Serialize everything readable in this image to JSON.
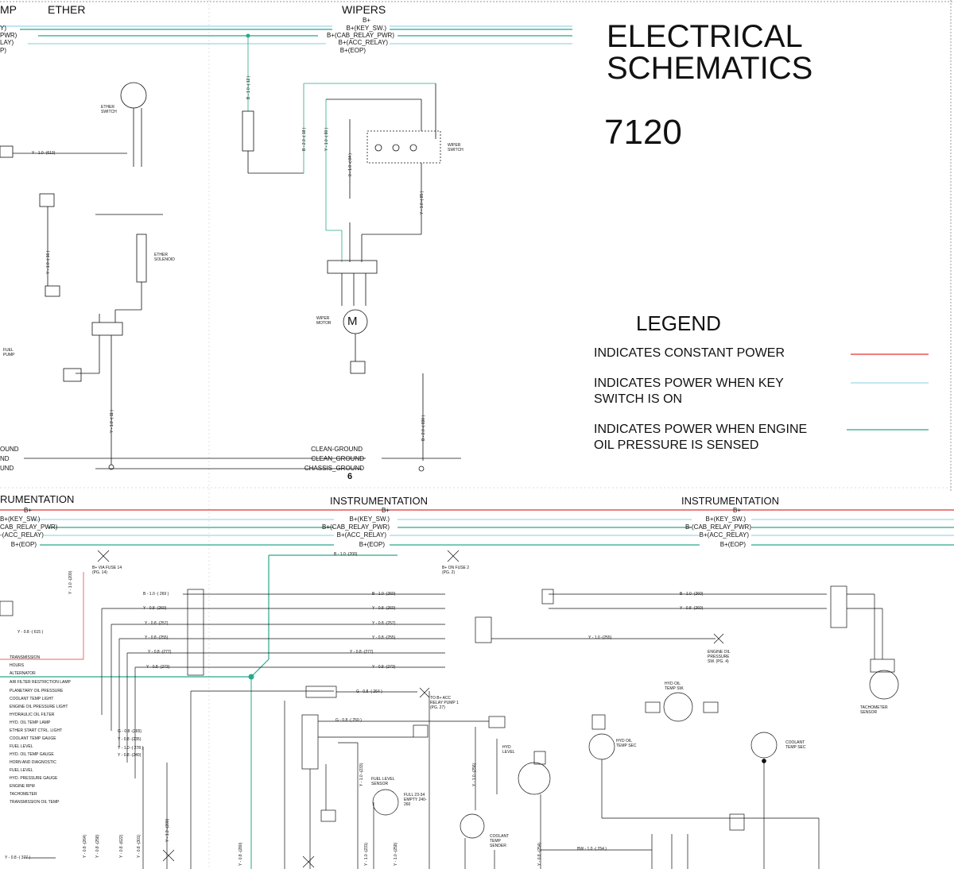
{
  "title": {
    "line1": "ELECTRICAL",
    "line2": "SCHEMATICS",
    "model": "7120"
  },
  "top_sections": {
    "left_clipped": "MP",
    "ether": "ETHER",
    "wipers": "WIPERS"
  },
  "top_bus_labels": [
    "B+",
    "B+(KEY_SW.)",
    "B+(CAB_RELAY_PWR)",
    "B+(ACC_RELAY)",
    "B+(EOP)"
  ],
  "top_left_bus_fragments": [
    "Y)",
    "PWR)",
    "LAY)",
    "P)"
  ],
  "grounds": {
    "labels": [
      "CLEAN-GROUND",
      "CLEAN_GROUND",
      "CHASSIS_GROUND"
    ],
    "left_fragments": [
      "OUND",
      "ND",
      "UND"
    ],
    "page_number": "6"
  },
  "wipers": {
    "motor_symbol": "M",
    "motor_label": "WIPER MOTOR",
    "switch_label": "WIPER SWITCH",
    "wire_codes": [
      "B - 1.0 -( 12 )",
      "B - 2.0 -( 18 )",
      "Y - 1.0 -( 80 )",
      "0 - 1.0 -( 84 )",
      "Y - 1.0 -( 85 )",
      "B - 2.0 -( 830 )"
    ]
  },
  "ether_section": {
    "wire_1": "Y - 1.0 -(613)",
    "wire_2": "Y - 1.0 -( 16 )",
    "wire_3": "Y - 1.0 -( 11 )",
    "ether_switch": "ETHER SWITCH",
    "ether_solenoid": "ETHER SOLENOID",
    "fuel_pump": "FUEL PUMP"
  },
  "legend": {
    "heading": "LEGEND",
    "items": [
      {
        "text_1": "INDICATES CONSTANT POWER",
        "text_2": "",
        "color": "#e03030"
      },
      {
        "text_1": "INDICATES POWER WHEN KEY",
        "text_2": "SWITCH IS ON",
        "color": "#9fd6e6"
      },
      {
        "text_1": "INDICATES POWER WHEN ENGINE",
        "text_2": "OIL PRESSURE IS SENSED",
        "color": "#2aa88a"
      }
    ]
  },
  "instrumentation": {
    "heading_left": "RUMENTATION",
    "heading_mid": "INSTRUMENTATION",
    "heading_right": "INSTRUMENTATION",
    "bus_left": [
      "B+",
      "B+(KEY_SW.)",
      "CAB_RELAY_PWR)",
      "-(ACC_RELAY)",
      "B+(EOP)"
    ],
    "bus_mid": [
      "B+",
      "B+(KEY_SW.)",
      "B+(CAB_RELAY_PWR)",
      "B+(ACC_RELAY)",
      "B+(EOP)"
    ],
    "bus_right": [
      "B+",
      "B+(KEY_SW.)",
      "B-(CAB_RELAY_PWR)",
      "B+(ACC_RELAY)",
      "B+(EOP)"
    ],
    "wires_left": [
      "B - 1.0 -( 269 )",
      "Y - 0.8 -(260)",
      "Y - 0.8 -(257)",
      "Y - 0.8 -(255)",
      "Y - 0.8 -(277)",
      "Y - 0.8 -(273)"
    ],
    "wires_mid": [
      "B - 1.0 -(260)",
      "Y - 0.8 -(260)",
      "Y - 0.8 -(257)",
      "Y - 0.8 -(255)",
      "Y - 0.8 -(277)",
      "Y - 0.8 -(273)"
    ],
    "eop_wire": "B - 1.0 -(200)",
    "right_wires": [
      "B - 1.0 -(260)",
      "Y - 0.8 -(260)",
      "Y - 1.0 -(255)"
    ],
    "left_wire_615": "Y - 0.8 -( 615 )",
    "left_labels": [
      "TRANSMISSION",
      "HOURS",
      "ALTERNATOR",
      "AIR FILTER RESTRICTION LAMP",
      "PLANETARY OIL PRESSURE",
      "COOLANT TEMP LIGHT",
      "ENGINE OIL PRESSURE LIGHT",
      "HYDRAULIC OIL FILTER",
      "HYD. OIL TEMP LAMP",
      "ETHER START CTRL. LIGHT",
      "COOLANT TEMP GAUGE",
      "FUEL LEVEL",
      "HYD. OIL TEMP GAUGE",
      "HORN AND DIAGNOSTIC",
      "FUEL LEVEL",
      "HYD. PRESSURE GAUGE",
      "ENGINE RPM",
      "TACHOMETER",
      "TRANSMISSION OIL TEMP"
    ],
    "left_mid_wires": [
      "G - 0.8 -(265)",
      "Y - 0.8 -(235)",
      "Y - 1.0 -( 278 )",
      "Y - 0.8 -(240)"
    ],
    "components": {
      "fuse_b": "B+ VIA FUSE 14 (PG. 14)",
      "fuse_2": "B+ ON FUSE 2 (PG. 2)",
      "tob_relay": "TO B+ ACC RELAY PUMP 1 (PG. 27)",
      "engine_oil_pressure": "ENGINE OIL PRESSURE SW. (PG. 4)",
      "hyd_oil_temp_sw": "HYD OIL TEMP SW.",
      "hyd_oil_temp": "HYD OIL TEMP SEC",
      "coolant_temp": "COOLANT TEMP SEC",
      "fuel_level_sensor": "FUEL LEVEL SENSOR",
      "coolant_temp_sender": "COOLANT TEMP SENDER",
      "hyd_level": "HYD LEVEL",
      "tach_sensor": "TACHOMETER SENSOR",
      "fuel_sender": "FULL 23-34 EMPTY 240-260",
      "hyd_wire": "G - 0.8 -( 264 )",
      "wire_250": "G - 0.8 -( 250 )",
      "wire_254": "BW - 1.0 -( 254 )",
      "wire_377": "Y - 0.8 -( 377 )"
    },
    "bottom_wires": [
      "Y - 0.8 -(264)",
      "Y - 0.8 -(258)",
      "Y - 0.8 -(622)",
      "Y - 0.8 -(301)",
      "Y - 1.0 -(200)",
      "Y - 1.3 -(200)",
      "Y - 0.8 -(280)",
      "Y - 1.0 -(233)",
      "Y - 1.0 -(231)",
      "Y - 1.0 -(258)",
      "Y - 1.0 -(256)",
      "Y - 0.8 -(254)"
    ]
  },
  "colors": {
    "constant_power": "#e03030",
    "key_switch_power": "#9fd6e6",
    "eop_power": "#2aa88a",
    "ink": "#111111"
  }
}
